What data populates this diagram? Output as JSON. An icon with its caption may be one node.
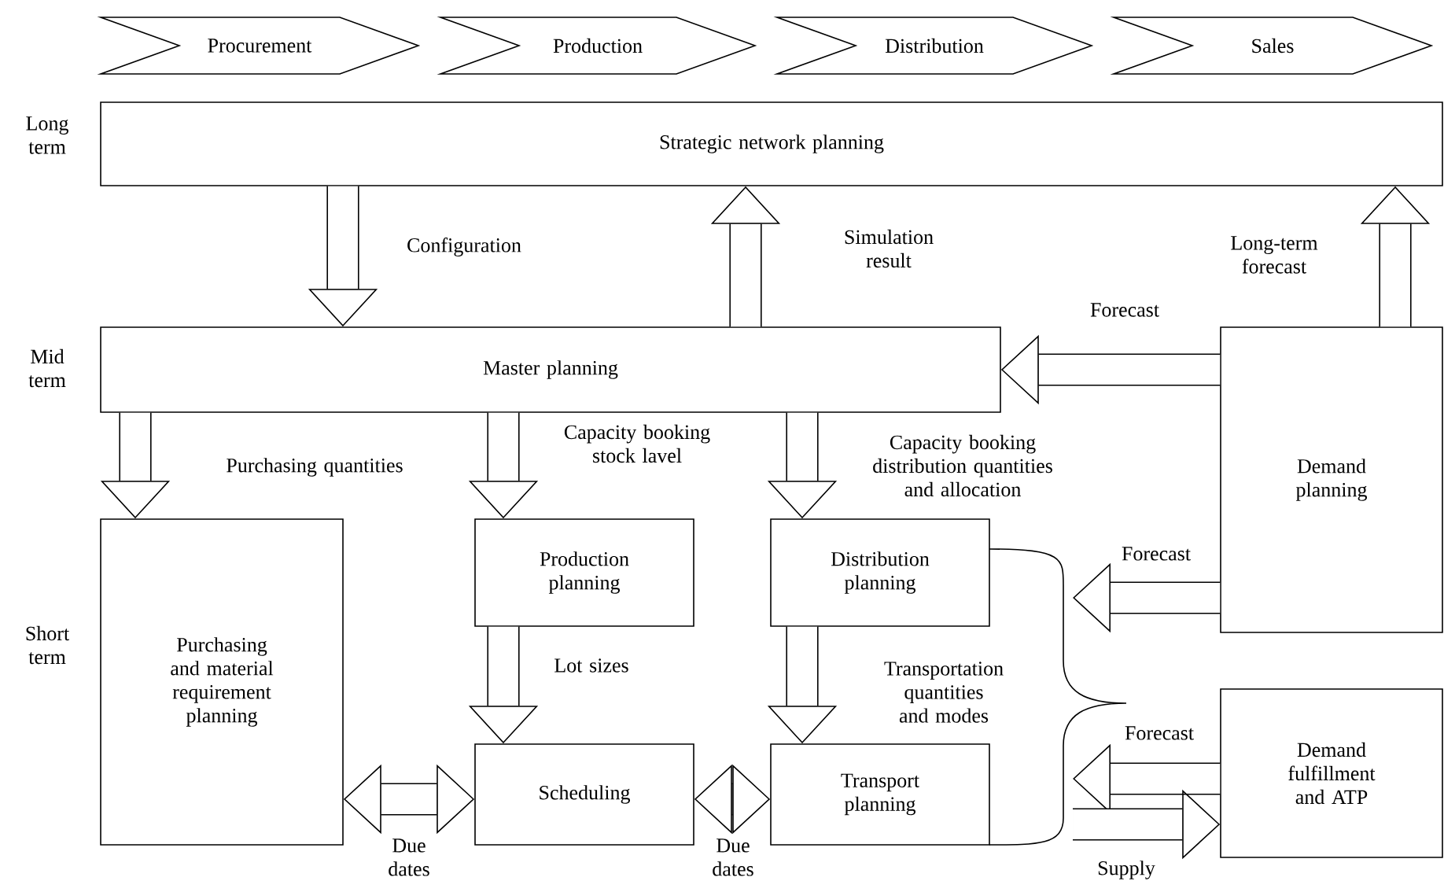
{
  "diagram": {
    "nodes": [
      {
        "text": [
          "Procurement"
        ]
      },
      {
        "text": [
          "Production"
        ]
      },
      {
        "text": [
          "Distribution"
        ]
      },
      {
        "text": [
          "Sales"
        ]
      },
      {
        "text": [
          "Strategic network planning"
        ]
      },
      {
        "text": [
          "Master planning"
        ]
      },
      {
        "text": [
          "Demand planning"
        ]
      },
      {
        "text": [
          "Purchasing and material requirement planning"
        ]
      },
      {
        "text": [
          "Production planning"
        ]
      },
      {
        "text": [
          "Distribution planning"
        ]
      },
      {
        "text": [
          "Scheduling"
        ]
      },
      {
        "text": [
          "Transport planning"
        ]
      },
      {
        "text": [
          "Demand fulfillment and ATP"
        ]
      }
    ],
    "edges": [
      {
        "from": 4,
        "to": 5,
        "arrow": "to",
        "label": "Configuration"
      },
      {
        "from": 5,
        "to": 4,
        "arrow": "to",
        "label": "Simulation result"
      },
      {
        "from": 6,
        "to": 4,
        "arrow": "to",
        "label": "Long-term forecast"
      },
      {
        "from": 6,
        "to": 5,
        "arrow": "to",
        "label": "Forecast"
      },
      {
        "from": 5,
        "to": 7,
        "arrow": "to",
        "label": "Purchasing quantities"
      },
      {
        "from": 5,
        "to": 8,
        "arrow": "to",
        "label": "Capacity booking stock lavel"
      },
      {
        "from": 5,
        "to": 9,
        "arrow": "to",
        "label": "Capacity booking distribution quantities and allocation"
      },
      {
        "from": 6,
        "to": null,
        "arrow": "to",
        "label": "Forecast"
      },
      {
        "from": 8,
        "to": 10,
        "arrow": "to",
        "label": "Lot sizes"
      },
      {
        "from": 9,
        "to": 11,
        "arrow": "to",
        "label": "Transportation quantities and modes"
      },
      {
        "from": 7,
        "to": 10,
        "arrow": "both",
        "label": "Due dates"
      },
      {
        "from": 10,
        "to": 11,
        "arrow": "both",
        "label": "Due dates"
      },
      {
        "from": 12,
        "to": null,
        "arrow": "to",
        "label": "Forecast"
      },
      {
        "from": null,
        "to": 12,
        "arrow": "to",
        "label": "Supply"
      }
    ],
    "labels": [
      "Long term",
      "Mid term",
      "Short term"
    ]
  }
}
